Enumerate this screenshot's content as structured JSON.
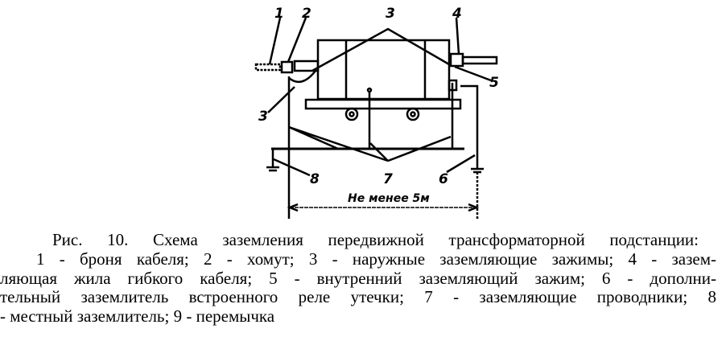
{
  "figure": {
    "labels": {
      "l1": "1",
      "l2": "2",
      "l3_top": "3",
      "l4": "4",
      "l5": "5",
      "l3_left": "3",
      "l8": "8",
      "l7": "7",
      "l6": "6"
    },
    "dimension_text": "Не менее 5м"
  },
  "caption": {
    "lines": [
      "Рис. 10. Схема заземления передвижной трансформаторной подстанции:",
      "1 - броня кабеля; 2 - хомут; 3 - наружные заземляющие зажимы; 4 - зазем-",
      "ляющая жила гибкого кабеля; 5 - внутренний заземляющий зажим; 6 - дополни-",
      "тельный заземлитель встроенного реле утечки; 7 - заземляющие проводники; 8",
      "- местный заземлитель; 9 - перемычка"
    ]
  }
}
